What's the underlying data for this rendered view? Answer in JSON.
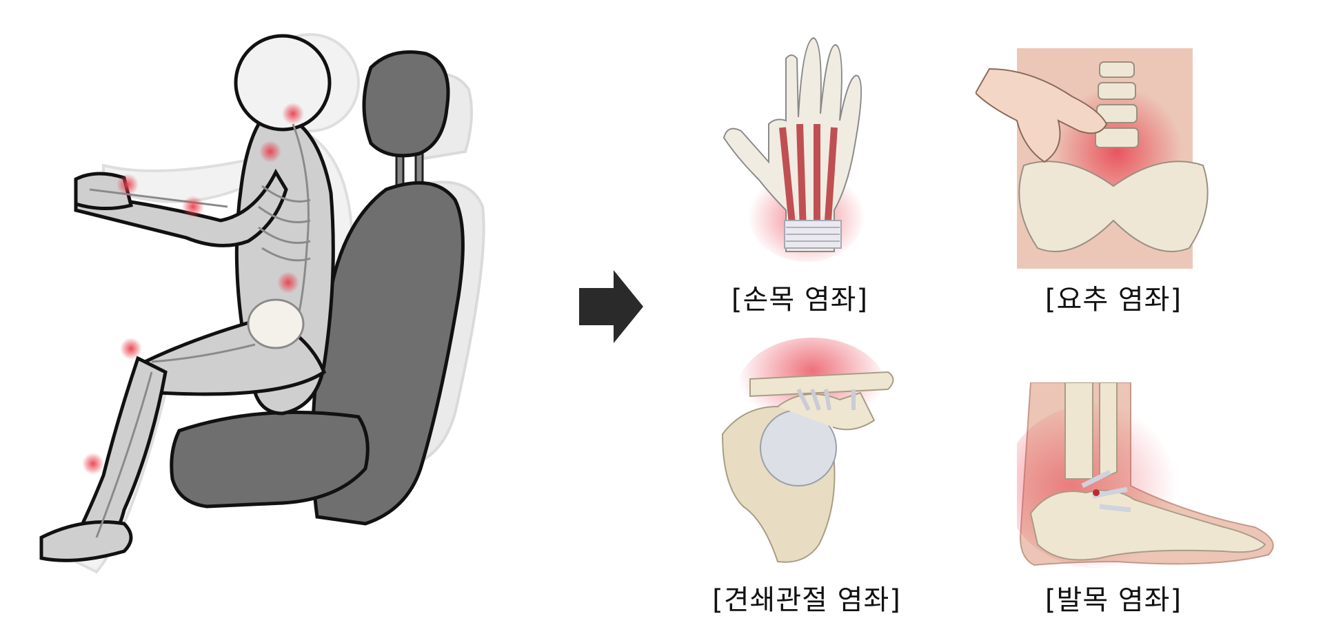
{
  "captions": {
    "wrist": "[손목 염좌]",
    "lumbar": "[요추 염좌]",
    "shoulder": "[견쇄관절 염좌]",
    "ankle": "[발목 염좌]"
  },
  "colors": {
    "seat": "#6f6f6f",
    "seat_shadow": "#c9c9c9",
    "body": "#cfcfcf",
    "bone": "#f4f1ea",
    "injury": "#e8414f",
    "tissue": "#e7c9b8",
    "muscle": "#b8343b",
    "arrow": "#2a2a2a"
  }
}
